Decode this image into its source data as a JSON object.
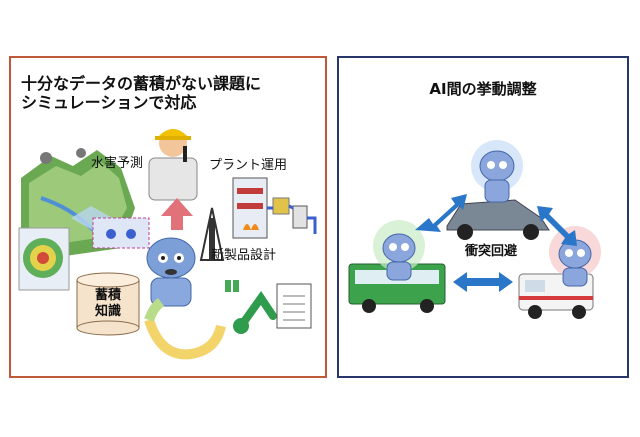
{
  "left_panel": {
    "title_line1": "十分なデータの蓄積がない課題に",
    "title_line2": "シミュレーションで対応",
    "label_flood": "水害予測",
    "label_plant": "プラント運用",
    "label_product": "新製品設計",
    "db_line1": "蓄積",
    "db_line2": "知識"
  },
  "right_panel": {
    "title": "AI間の挙動調整",
    "label_collision": "衝突回避"
  },
  "colors": {
    "left_border": "#c0583a",
    "right_border": "#27366b",
    "arrow_blue": "#2a76c8",
    "arrow_up": "#e2727a"
  }
}
